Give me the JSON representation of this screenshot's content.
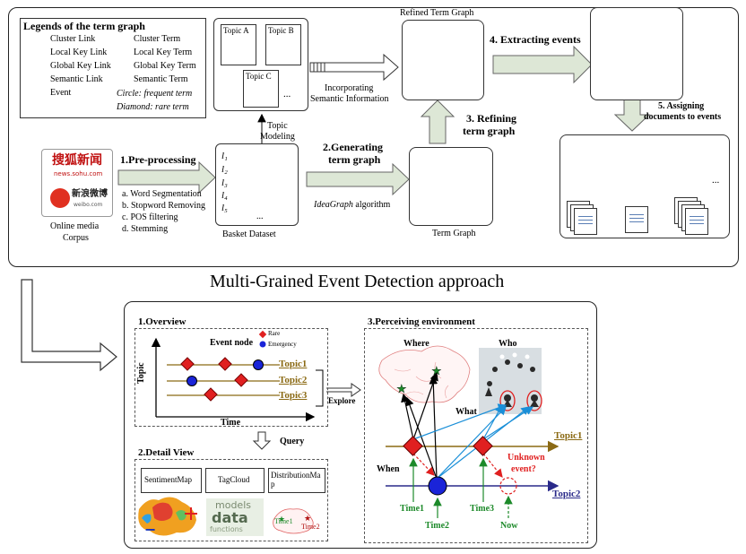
{
  "legend": {
    "title": "Legends of the term graph",
    "items": [
      {
        "label": "Cluster Link",
        "color": "#000000",
        "style": "solid"
      },
      {
        "label": "Local Key Link",
        "color": "#e02020",
        "style": "dotted"
      },
      {
        "label": "Global Key Link",
        "color": "#2030d0",
        "style": "dotted"
      },
      {
        "label": "Semantic Link",
        "color": "#7b3fc4",
        "style": "dotted"
      },
      {
        "label": "Event",
        "color": "#cfe3f5"
      }
    ],
    "terms": [
      {
        "label": "Cluster Term",
        "color": "#000000"
      },
      {
        "label": "Local Key Term",
        "color": "#e02020"
      },
      {
        "label": "Global Key Term",
        "color": "#2030d0"
      },
      {
        "label": "Semantic Term",
        "color": "#7b3fc4"
      }
    ],
    "note_circle": "Circle: frequent term",
    "note_diamond": "Diamond: rare term"
  },
  "corpus": {
    "logo1": "搜狐新闻",
    "logo1_sub": "news.sohu.com",
    "logo2": "新浪微博",
    "logo2_sub": "weibo.com",
    "caption_line1": "Online media",
    "caption_line2": "Corpus"
  },
  "steps": {
    "preprocessing": "1.Pre-processing",
    "substeps": [
      "a. Word Segmentation",
      "b. Stopword Removing",
      "c. POS filtering",
      "d. Stemming"
    ],
    "generating_line1": "2.Generating",
    "generating_line2": "term graph",
    "ideagraph": "IdeaGraph",
    "algorithm": " algorithm",
    "refining_line1": "3. Refining",
    "refining_line2": "term graph",
    "extracting": "4. Extracting events",
    "assigning_line1": "5. Assigning",
    "assigning_line2": "documents to events",
    "incorporating_line1": "Incorporating",
    "incorporating_line2": "Semantic Information",
    "topic_modeling_line1": "Topic",
    "topic_modeling_line2": "Modeling"
  },
  "basket": {
    "caption": "Basket Dataset",
    "rows": [
      "l₁",
      "l₂",
      "l₃",
      "l₄",
      "l₅"
    ],
    "ellipsis": "..."
  },
  "topics": [
    "Topic A",
    "Topic B",
    "Topic C"
  ],
  "topics_ellipsis": "...",
  "graph_titles": {
    "refined": "Refined Term Graph",
    "term": "Term Graph"
  },
  "docs_ellipsis": "...",
  "approach_title": "Multi-Grained Event Detection approach",
  "overview": {
    "title": "1.Overview",
    "event_node": "Event node",
    "rare": "Rare",
    "emergency": "Emergency",
    "topics": [
      "Topic1",
      "Topic2",
      "Topic3"
    ],
    "ylabel": "Topic",
    "xlabel": "Time",
    "explore": "Explore",
    "query": "Query"
  },
  "detail": {
    "title": "2.Detail View",
    "tabs": [
      "SentimentMap",
      "TagCloud",
      "DistributionMap"
    ],
    "cloud_words": [
      "models",
      "data",
      "functions"
    ],
    "time1": "Time1",
    "time2": "Time2"
  },
  "perceive": {
    "title": "3.Perceiving environment",
    "where": "Where",
    "who": "Who",
    "what": "What",
    "when": "When",
    "topic1": "Topic1",
    "topic2": "Topic2",
    "unknown_line1": "Unknown",
    "unknown_line2": "event?",
    "time1": "Time1",
    "time2": "Time2",
    "time3": "Time3",
    "now": "Now"
  },
  "colors": {
    "topic1": "#8b6a14",
    "topic2": "#2a2a8a",
    "rare": "#e02020",
    "emergency": "#1a24d8",
    "time_green": "#1d8a2a",
    "arrow_fill": "#dde7d6"
  }
}
